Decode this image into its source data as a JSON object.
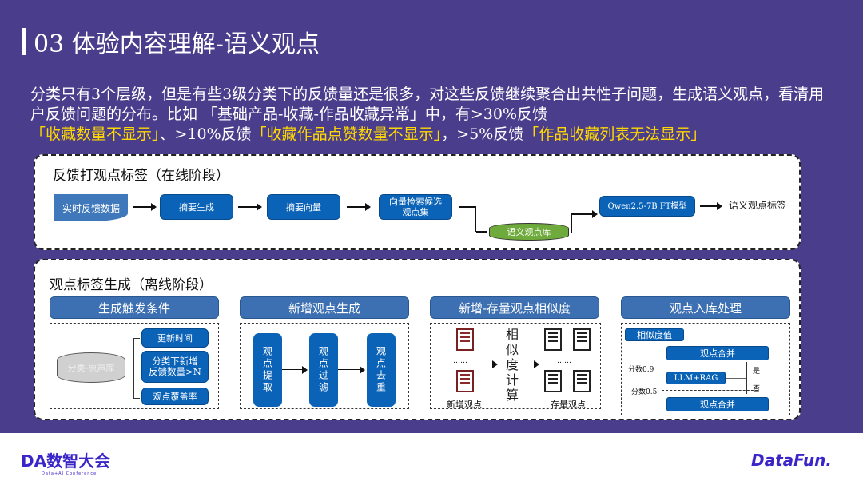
{
  "title": "03 体验内容理解-语义观点",
  "intro": {
    "p1": "分类只有3个层级，但是有些3级分类下的反馈量还是很多，对这些反馈继续聚合出共性子问题，生成语义观点，看清用户反馈问题的分布。比如 「基础产品-收藏-作品收藏异常」中，有>30%反馈",
    "h1": "「收藏数量不显示」",
    "p2": "、>10%反馈",
    "h2": "「收藏作品点赞数量不显示」",
    "p3": "，>5%反馈",
    "h3": "「作品收藏列表无法显示」"
  },
  "online": {
    "title": "反馈打观点标签（在线阶段）",
    "source": "实时反馈数据",
    "steps": [
      "摘要生成",
      "摘要向量",
      "向量检索候选\n观点集"
    ],
    "db": "语义观点库",
    "model": "Qwen2.5-7B FT模型",
    "output": "语义观点标签"
  },
  "offline": {
    "title": "观点标签生成（离线阶段）",
    "headers": [
      "生成触发条件",
      "新增观点生成",
      "新增-存量观点相似度",
      "观点入库处理"
    ],
    "trigger": {
      "db": "分类-原声库",
      "items": [
        "更新时间",
        "分类下新增\n反馈数量>N",
        "观点覆盖率"
      ]
    },
    "gen": [
      "观点提取",
      "观点过滤",
      "观点去重"
    ],
    "sim": {
      "calc": "相似度计算",
      "dots": "……",
      "new_label": "新增观点",
      "old_label": "存量观点"
    },
    "store": {
      "sim_value": "相似度值",
      "merge_top": "观点合并",
      "llm": "LLM+RAG",
      "merge_bottom": "观点合并",
      "score_hi": "分数0.9",
      "score_lo": "分数0.5",
      "yes": "是",
      "no": "否"
    }
  },
  "footer": {
    "left_logo": "DA数智大会",
    "left_sub": "Data+AI Conference",
    "right_logo": "DataFun."
  }
}
